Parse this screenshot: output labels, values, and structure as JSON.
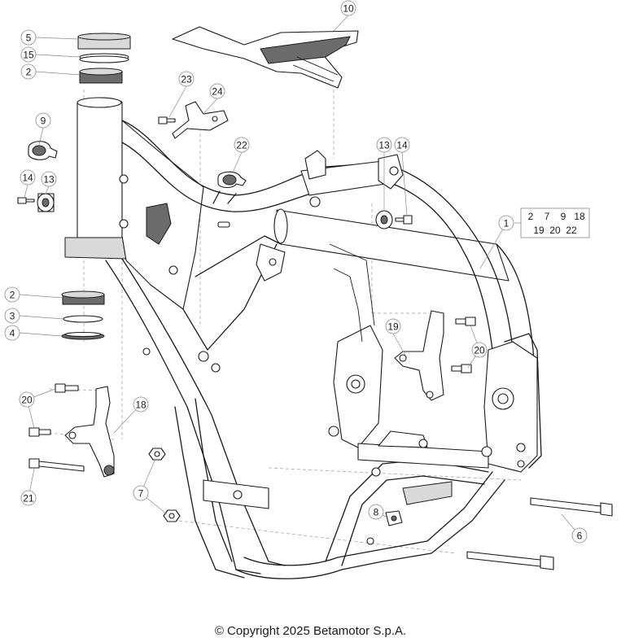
{
  "diagram": {
    "callouts": [
      {
        "id": "c10",
        "label": "10"
      },
      {
        "id": "c5",
        "label": "5"
      },
      {
        "id": "c15",
        "label": "15"
      },
      {
        "id": "c2a",
        "label": "2"
      },
      {
        "id": "c23",
        "label": "23"
      },
      {
        "id": "c24",
        "label": "24"
      },
      {
        "id": "c9",
        "label": "9"
      },
      {
        "id": "c22",
        "label": "22"
      },
      {
        "id": "c13a",
        "label": "13"
      },
      {
        "id": "c14a",
        "label": "14"
      },
      {
        "id": "c14b",
        "label": "14"
      },
      {
        "id": "c13b",
        "label": "13"
      },
      {
        "id": "c1",
        "label": "1"
      },
      {
        "id": "c2b",
        "label": "2"
      },
      {
        "id": "c3",
        "label": "3"
      },
      {
        "id": "c4",
        "label": "4"
      },
      {
        "id": "c19",
        "label": "19"
      },
      {
        "id": "c20a",
        "label": "20"
      },
      {
        "id": "c20b",
        "label": "20"
      },
      {
        "id": "c18",
        "label": "18"
      },
      {
        "id": "c21",
        "label": "21"
      },
      {
        "id": "c7",
        "label": "7"
      },
      {
        "id": "c8",
        "label": "8"
      },
      {
        "id": "c6",
        "label": "6"
      }
    ],
    "kit_numbers": [
      "2",
      "7",
      "9",
      "18",
      "19",
      "20",
      "22"
    ]
  },
  "footer": {
    "copyright": "© Copyright 2025 Betamotor S.p.A."
  }
}
